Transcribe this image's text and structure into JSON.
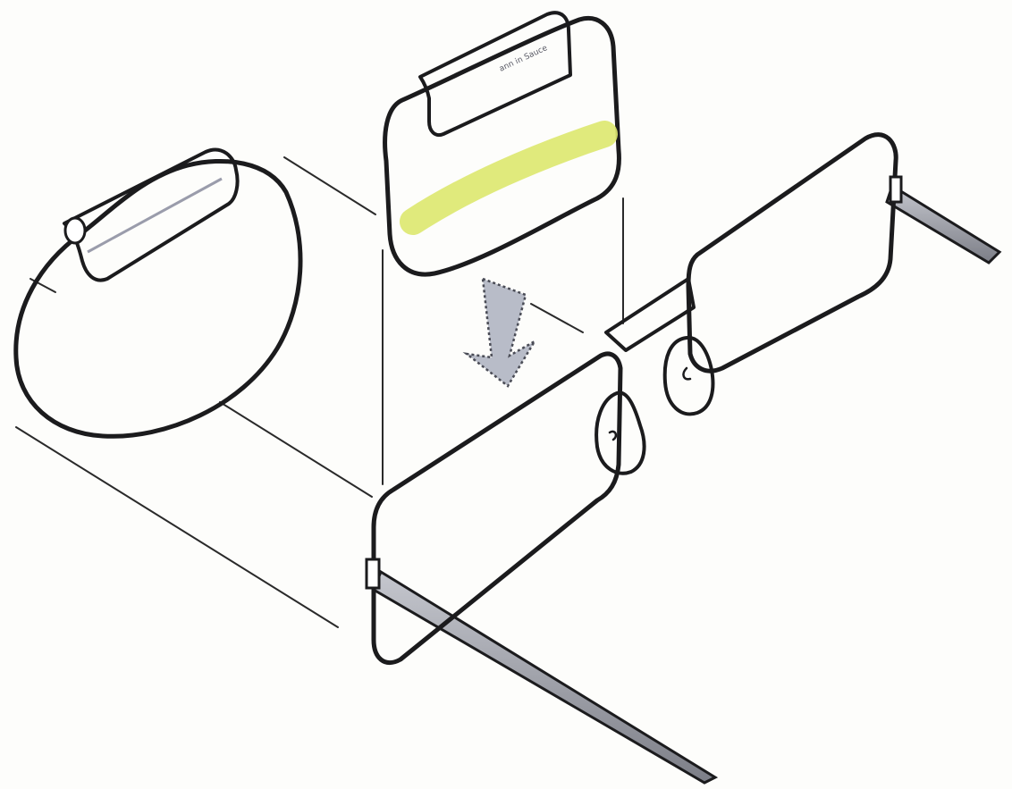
{
  "diagram": {
    "parts": [
      "oval-clip-on-lens",
      "rectangular-clip-on-lens",
      "assembly-arrow",
      "eyeglasses-frame"
    ],
    "colors": {
      "paper": "#fdfdfb",
      "ink": "#1b1b1d",
      "lens_fill": "#e4e7f1",
      "clip_bar": "#4a4b57",
      "clip_bar_light": "#b9bfcc",
      "highlight_band": "#dde86e",
      "nose_pad": "#c9c3cc",
      "temple_arm": "#9ea0a8"
    },
    "clip_label": "ann in Sauce"
  }
}
